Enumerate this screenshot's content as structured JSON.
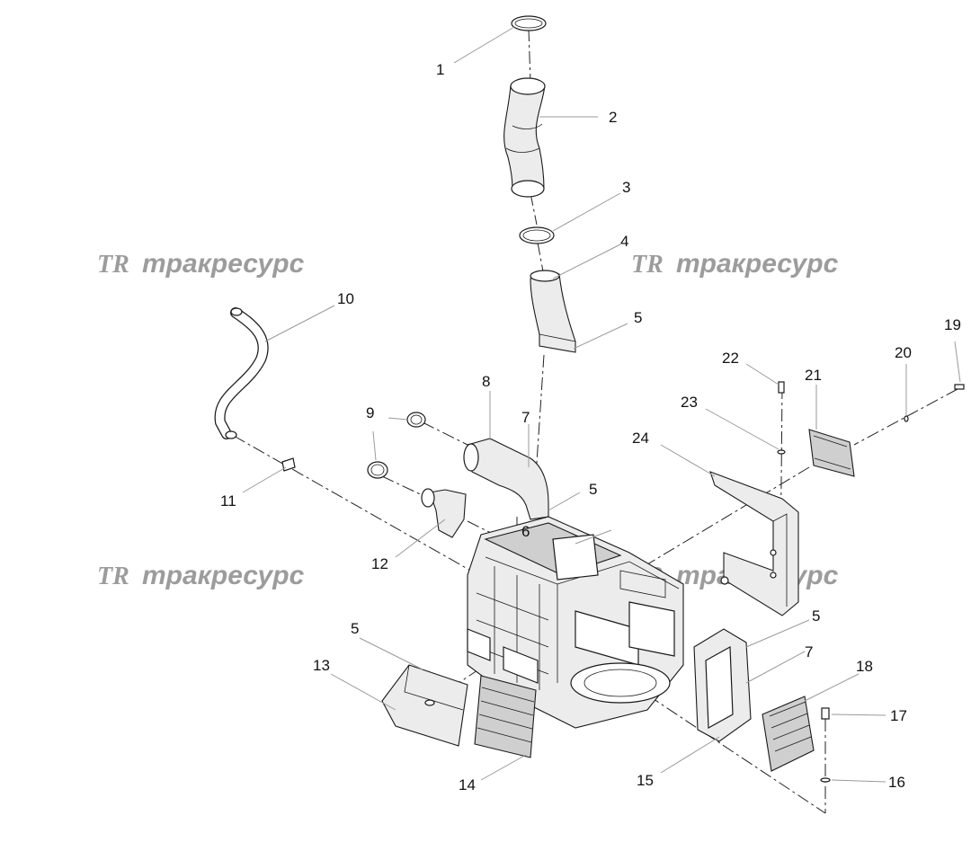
{
  "watermarks": [
    {
      "logo": "TR",
      "text": "тракресурс"
    },
    {
      "logo": "TR",
      "text": "тракресурс"
    },
    {
      "logo": "TR",
      "text": "тракресурс"
    },
    {
      "logo": "TR",
      "text": "тракресурс"
    }
  ],
  "callouts": [
    "1",
    "2",
    "3",
    "4",
    "5",
    "6",
    "7",
    "8",
    "9",
    "10",
    "11",
    "12",
    "13",
    "14",
    "15",
    "16",
    "17",
    "18",
    "19",
    "20",
    "21",
    "22",
    "23",
    "24",
    "5",
    "5",
    "5",
    "7"
  ]
}
